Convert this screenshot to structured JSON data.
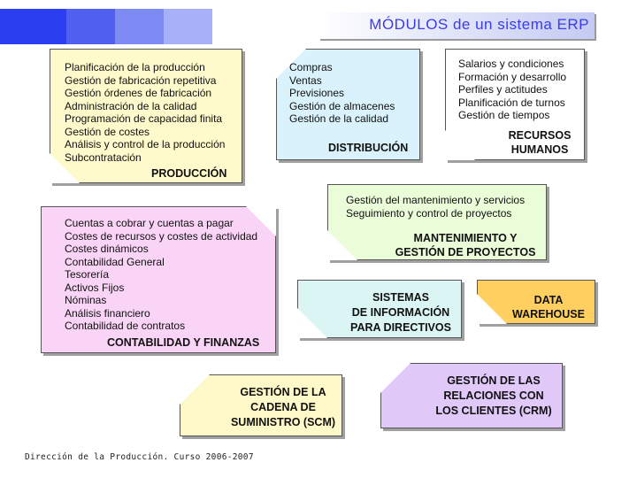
{
  "title": "MÓDULOS de un sistema ERP",
  "colors": {
    "accent_blocks": [
      "#2b3ef0",
      "#5061f2",
      "#7e8bf5",
      "#a7b0f8"
    ],
    "title_text": "#3a3af0",
    "production": "#fffacc",
    "distribution": "#d9f2fb",
    "human_resources": "#ffffff",
    "accounting": "#fad4f6",
    "maintenance": "#eafcd8",
    "executive_info": "#dbf4f4",
    "data_warehouse": "#ffd060",
    "supply_chain": "#fff8c8",
    "crm": "#e0c8f8"
  },
  "modules": {
    "production": {
      "label": "PRODUCCIÓN",
      "items": [
        "Planificación de la producción",
        "Gestión de fabricación repetitiva",
        "Gestión órdenes de fabricación",
        "Administración de la calidad",
        "Programación de capacidad finita",
        "Gestión de costes",
        "Análisis y control de la producción",
        "Subcontratación"
      ]
    },
    "distribution": {
      "label": "DISTRIBUCIÓN",
      "items": [
        "Compras",
        "Ventas",
        "Previsiones",
        "Gestión de almacenes",
        "Gestión de la calidad"
      ]
    },
    "human_resources": {
      "label_lines": [
        "RECURSOS",
        "HUMANOS"
      ],
      "items": [
        "Salarios y condiciones",
        "Formación y desarrollo",
        "Perfiles y actitudes",
        "Planificación de turnos",
        "Gestión de tiempos"
      ]
    },
    "accounting": {
      "label": "CONTABILIDAD Y FINANZAS",
      "items": [
        "Cuentas a cobrar y cuentas a pagar",
        "Costes de recursos y costes de actividad",
        "Costes dinámicos",
        "Contabilidad General",
        "Tesorería",
        "Activos Fijos",
        "Nóminas",
        "Análisis financiero",
        "Contabilidad de contratos"
      ]
    },
    "maintenance": {
      "label_lines": [
        "MANTENIMIENTO Y",
        "GESTIÓN DE PROYECTOS"
      ],
      "items": [
        "Gestión del mantenimiento y servicios",
        "Seguimiento y control de proyectos"
      ]
    },
    "executive_info": {
      "label_lines": [
        "SISTEMAS",
        "DE INFORMACIÓN",
        "PARA DIRECTIVOS"
      ]
    },
    "data_warehouse": {
      "label_lines": [
        "DATA",
        "WAREHOUSE"
      ]
    },
    "supply_chain": {
      "label_lines": [
        "GESTIÓN DE LA",
        "CADENA DE",
        "SUMINISTRO (SCM)"
      ]
    },
    "crm": {
      "label_lines": [
        "GESTIÓN DE LAS",
        "RELACIONES CON",
        "LOS CLIENTES (CRM)"
      ]
    }
  },
  "footer": "Dirección de la Producción. Curso 2006-2007"
}
